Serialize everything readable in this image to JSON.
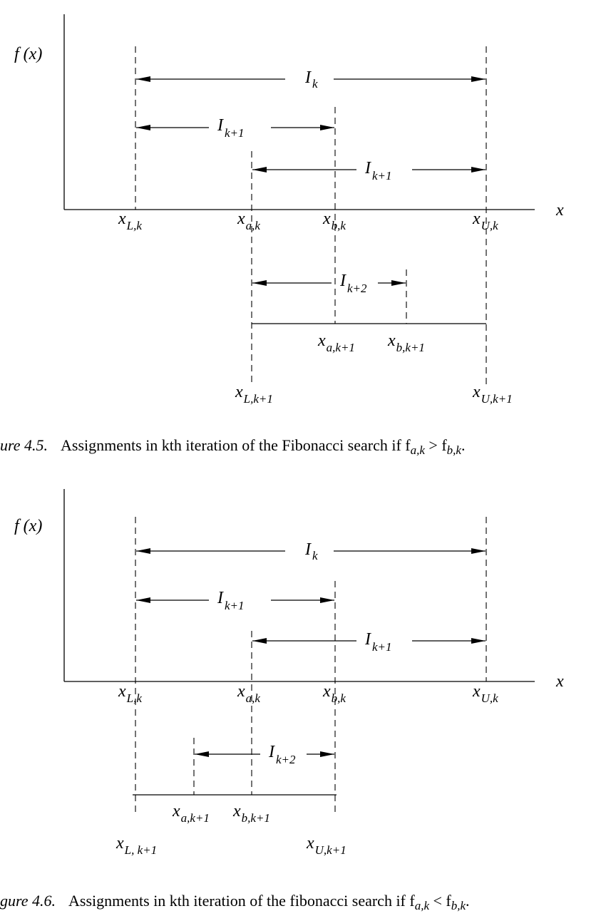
{
  "figures": [
    {
      "id": "fig45",
      "fx_label": "f (x)",
      "x_label": "x",
      "points": [
        {
          "base": "x",
          "sub": "L,k"
        },
        {
          "base": "x",
          "sub": "a,k"
        },
        {
          "base": "x",
          "sub": "b,k"
        },
        {
          "base": "x",
          "sub": "U,k"
        },
        {
          "base": "x",
          "sub": "a,k+1"
        },
        {
          "base": "x",
          "sub": "b,k+1"
        },
        {
          "base": "x",
          "sub": "L,k+1"
        },
        {
          "base": "x",
          "sub": "U,k+1"
        }
      ],
      "intervals": [
        {
          "base": "I",
          "sub": "k"
        },
        {
          "base": "I",
          "sub": "k+1"
        },
        {
          "base": "I",
          "sub": "k+1"
        },
        {
          "base": "I",
          "sub": "k+2"
        }
      ],
      "caption": {
        "label": "ure 4.5.",
        "text": "Assignments in kth iteration of the Fibonacci search if f",
        "sub1": "a,k",
        "rel": " > f",
        "sub2": "b,k",
        "end": "."
      }
    },
    {
      "id": "fig46",
      "fx_label": "f (x)",
      "x_label": "x",
      "points": [
        {
          "base": "x",
          "sub": "L,k"
        },
        {
          "base": "x",
          "sub": "a,k"
        },
        {
          "base": "x",
          "sub": "b,k"
        },
        {
          "base": "x",
          "sub": "U,k"
        },
        {
          "base": "x",
          "sub": "a,k+1"
        },
        {
          "base": "x",
          "sub": "b,k+1"
        },
        {
          "base": "x",
          "sub": "L, k+1"
        },
        {
          "base": "x",
          "sub": "U,k+1"
        }
      ],
      "intervals": [
        {
          "base": "I",
          "sub": "k"
        },
        {
          "base": "I",
          "sub": "k+1"
        },
        {
          "base": "I",
          "sub": "k+1"
        },
        {
          "base": "I",
          "sub": "k+2"
        }
      ],
      "caption": {
        "label": "gure 4.6.",
        "text": "Assignments in kth iteration of the fibonacci search if f",
        "sub1": "a,k",
        "rel": " < f",
        "sub2": "b,k",
        "end": "."
      }
    }
  ]
}
